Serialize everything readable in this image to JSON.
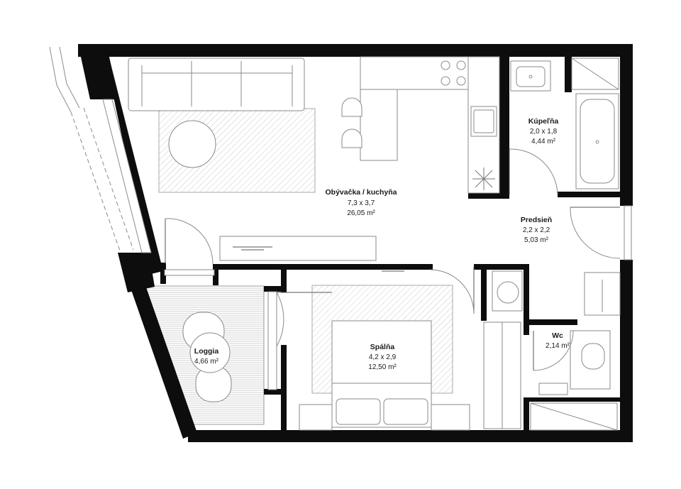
{
  "rooms": [
    {
      "id": "obyvacka",
      "name": "Obývačka / kuchyňa",
      "dims": "7,3 x 3,7",
      "area": "26,05 m²"
    },
    {
      "id": "kupelna",
      "name": "Kúpeľňa",
      "dims": "2,0 x 1,8",
      "area": "4,44 m²"
    },
    {
      "id": "predsien",
      "name": "Predsieň",
      "dims": "2,2 x 2,2",
      "area": "5,03 m²"
    },
    {
      "id": "spalna",
      "name": "Spálňa",
      "dims": "4,2 x 2,9",
      "area": "12,50 m²"
    },
    {
      "id": "loggia",
      "name": "Loggia",
      "area": "4,66 m²"
    },
    {
      "id": "wc",
      "name": "Wc",
      "area": "2,14 m²"
    }
  ]
}
